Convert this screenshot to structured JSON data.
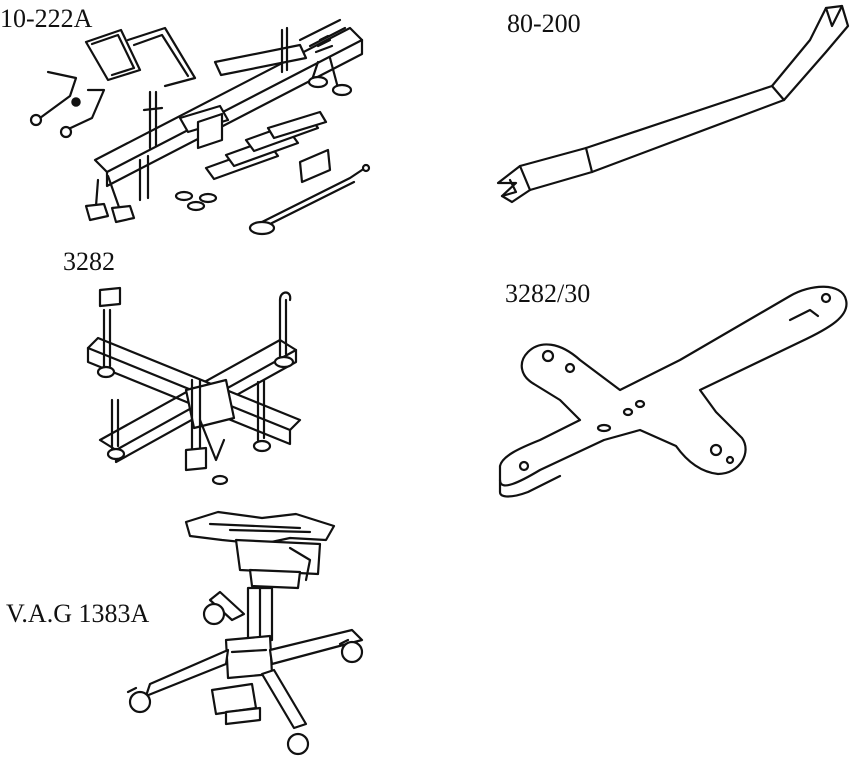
{
  "tools": [
    {
      "id": "10-222a",
      "label": "10-222A"
    },
    {
      "id": "80-200",
      "label": "80-200"
    },
    {
      "id": "3282",
      "label": "3282"
    },
    {
      "id": "3282-30",
      "label": "3282/30"
    },
    {
      "id": "vag-1383a",
      "label": "V.A.G 1383A"
    }
  ],
  "colors": {
    "ink": "#111111",
    "background": "#ffffff"
  }
}
